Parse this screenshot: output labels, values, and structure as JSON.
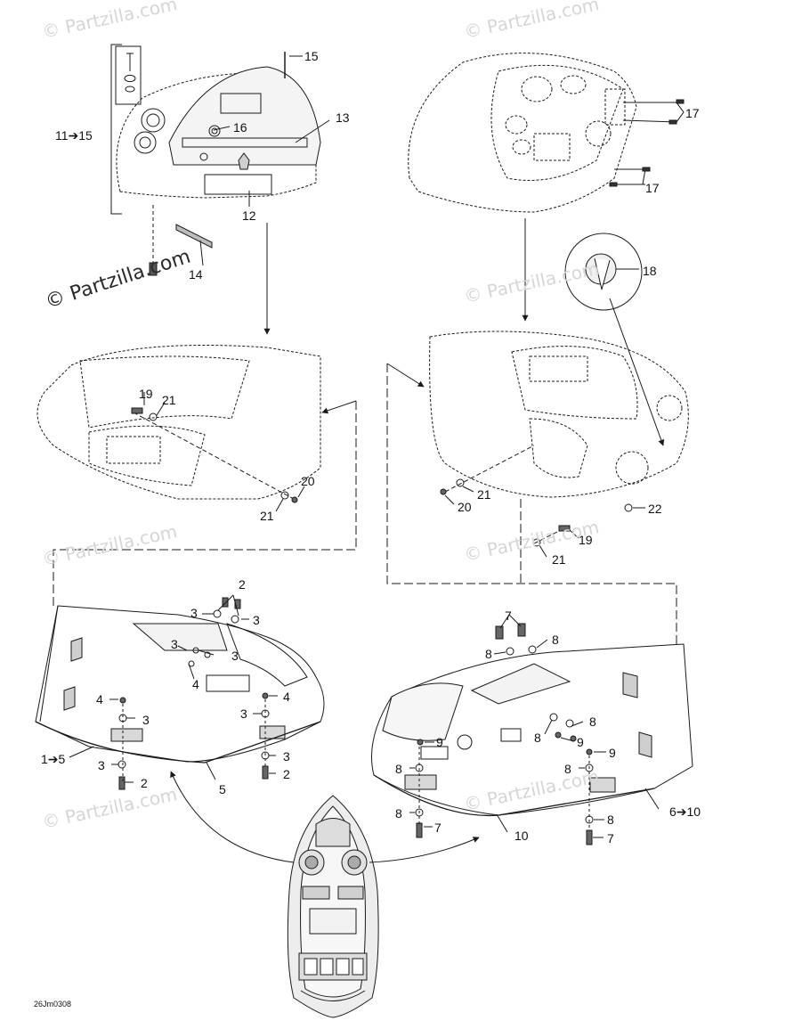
{
  "watermark": {
    "text": "© Partzilla.com",
    "strong_text": "© Partzilla.com"
  },
  "callouts": {
    "c1_5": "1➔5",
    "c2": "2",
    "c3": "3",
    "c4": "4",
    "c5": "5",
    "c6_10": "6➔10",
    "c7": "7",
    "c8": "8",
    "c9": "9",
    "c10": "10",
    "c11_15": "11➔15",
    "c12": "12",
    "c13": "13",
    "c14": "14",
    "c15": "15",
    "c16": "16",
    "c17": "17",
    "c18": "18",
    "c19": "19",
    "c20": "20",
    "c21": "21",
    "c22": "22"
  },
  "reference_code": "26Jm0308",
  "colors": {
    "line": "#1a1a1a",
    "shade": "#e6e6e6",
    "watermark": "#d6d6d6"
  }
}
